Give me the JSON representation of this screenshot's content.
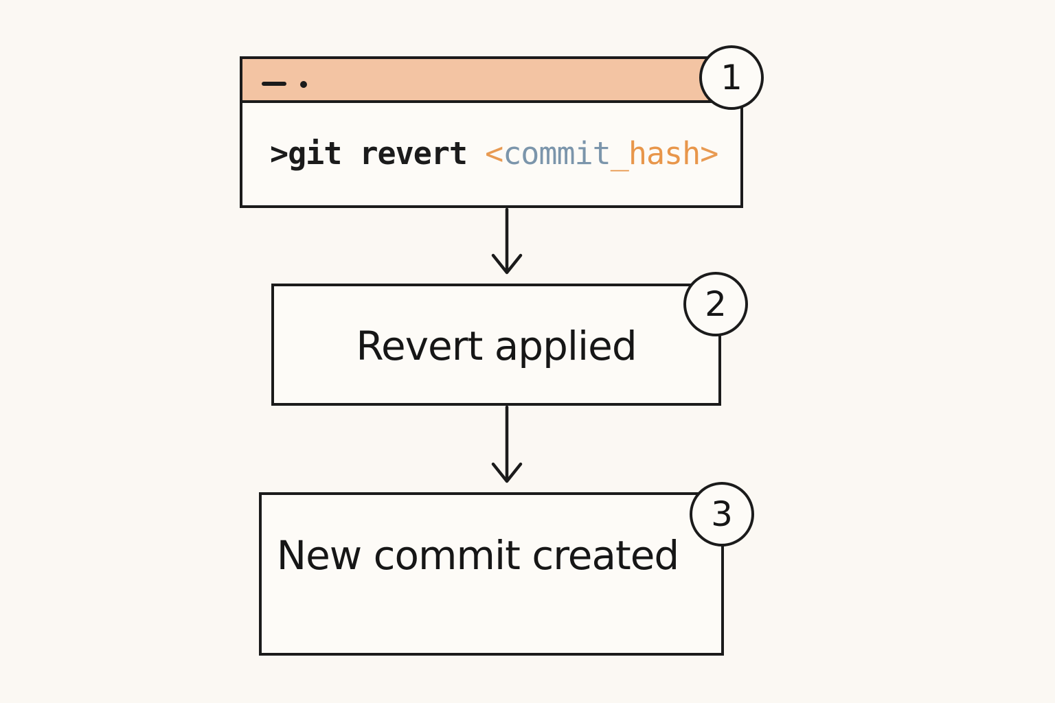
{
  "steps": [
    {
      "number": "1",
      "command": {
        "prompt": ">",
        "text": "git revert ",
        "open_bracket": "<",
        "hash_part1": "commit",
        "hash_part2": "_hash",
        "close_bracket": ">"
      }
    },
    {
      "number": "2",
      "label": "Revert applied"
    },
    {
      "number": "3",
      "label": "New commit created"
    }
  ],
  "colors": {
    "background": "#fbf8f3",
    "titlebar": "#f3c4a3",
    "outline": "#1b1b1b",
    "hash_blue": "#7b95ab",
    "hash_orange": "#e8964a"
  },
  "icons": {
    "terminal_controls": "window-controls-icon",
    "arrows": "arrow-down-icon"
  }
}
